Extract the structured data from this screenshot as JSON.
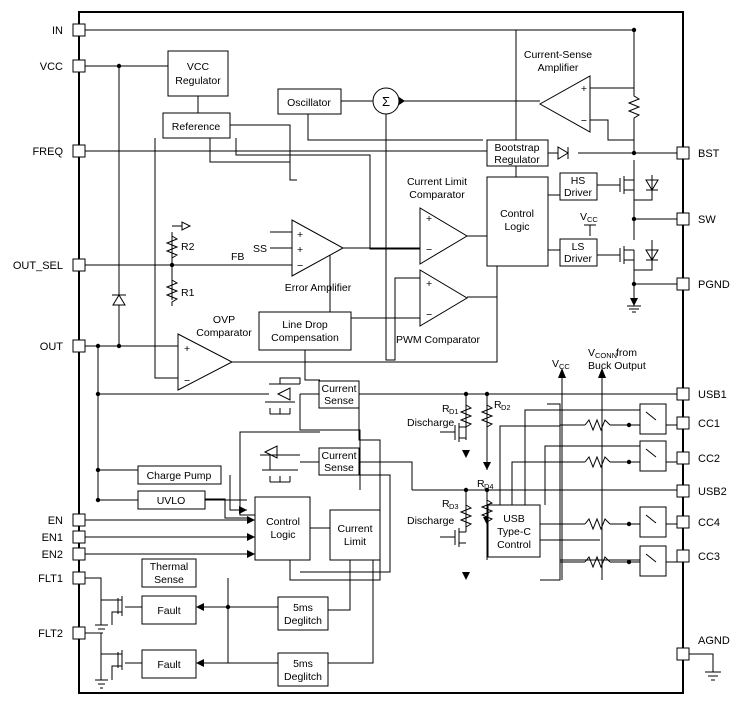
{
  "pins_left": {
    "in": "IN",
    "vcc": "VCC",
    "freq": "FREQ",
    "out_sel": "OUT_SEL",
    "out": "OUT",
    "en": "EN",
    "en1": "EN1",
    "en2": "EN2",
    "flt1": "FLT1",
    "flt2": "FLT2"
  },
  "pins_right": {
    "bst": "BST",
    "sw": "SW",
    "pgnd": "PGND",
    "usb1": "USB1",
    "cc1": "CC1",
    "cc2": "CC2",
    "usb2": "USB2",
    "cc4": "CC4",
    "cc3": "CC3",
    "agnd": "AGND"
  },
  "blocks": {
    "vcc_regulator": [
      "VCC",
      "Regulator"
    ],
    "reference": "Reference",
    "oscillator": "Oscillator",
    "sigma": "Σ",
    "bootstrap_regulator": [
      "Bootstrap",
      "Regulator"
    ],
    "hs_driver": [
      "HS",
      "Driver"
    ],
    "ls_driver": [
      "LS",
      "Driver"
    ],
    "control_logic_top": [
      "Control",
      "Logic"
    ],
    "line_drop_compensation": [
      "Line Drop",
      "Compensation"
    ],
    "current_sense_1": [
      "Current",
      "Sense"
    ],
    "current_sense_2": [
      "Current",
      "Sense"
    ],
    "charge_pump": "Charge Pump",
    "uvlo": "UVLO",
    "control_logic_bottom": [
      "Control",
      "Logic"
    ],
    "current_limit": [
      "Current",
      "Limit"
    ],
    "thermal_sense": [
      "Thermal",
      "Sense"
    ],
    "fault_1": "Fault",
    "fault_2": "Fault",
    "deglitch_1": [
      "5ms",
      "Deglitch"
    ],
    "deglitch_2": [
      "5ms",
      "Deglitch"
    ],
    "usb_typec_control": [
      "USB",
      "Type-C",
      "Control"
    ]
  },
  "labels": {
    "current_sense_amplifier": [
      "Current-Sense",
      "Amplifier"
    ],
    "current_limit_comparator": [
      "Current Limit",
      "Comparator"
    ],
    "error_amplifier": "Error Amplifier",
    "pwm_comparator": "PWM Comparator",
    "ovp_comparator": [
      "OVP",
      "Comparator"
    ],
    "ss": "SS",
    "fb": "FB",
    "r1": "R1",
    "r2": "R2",
    "vcc_ls": "V",
    "vcc_ls_sub": "CC",
    "vcc_bottom": "V",
    "vcc_bottom_sub": "CC",
    "vconn": "V",
    "vconn_sub": "CONN",
    "vconn_suffix": " from",
    "buck_output": "Buck Output",
    "rd1": "R",
    "rd1_sub": "D1",
    "rd2": "R",
    "rd2_sub": "D2",
    "rd3": "R",
    "rd3_sub": "D3",
    "rd4": "R",
    "rd4_sub": "D4",
    "discharge_1": "Discharge",
    "discharge_2": "Discharge",
    "plus": "+",
    "minus": "−"
  }
}
